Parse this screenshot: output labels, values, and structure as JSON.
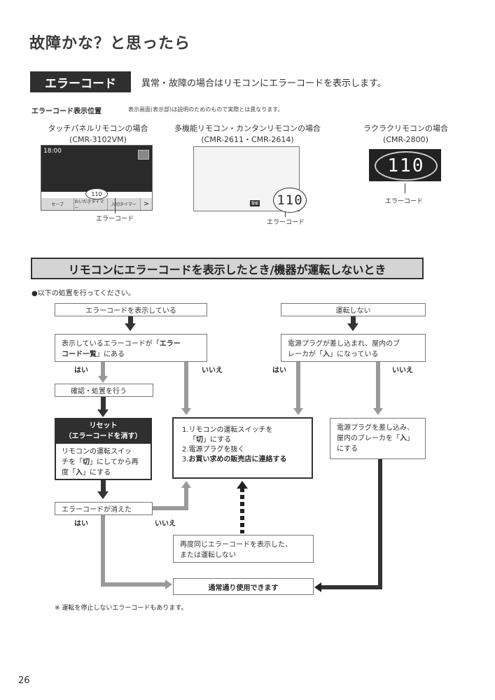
{
  "page_title": "故障かな？と思ったら",
  "error_code_section": {
    "label": "エラーコード",
    "description": "異常・故障の場合はリモコンにエラーコードを表示します。",
    "position_title": "エラーコード表示位置",
    "position_note": "表示画面(表示部)は説明のためのもので実際とは異なります。",
    "remotes": [
      {
        "caption_line1": "タッチパネルリモコンの場合",
        "caption_line2": "(CMR-3102VM)",
        "time": "18:00",
        "code": "110",
        "buttons": [
          "セーブ",
          "おいだきタイマー",
          "入切タイマー"
        ],
        "arrow": ">",
        "code_label": "エラーコード"
      },
      {
        "caption_line1": "多機能リモコン・カンタンリモコンの場合",
        "caption_line2": "(CMR-2611・CMR-2614)",
        "tag": "警報",
        "code": "110",
        "code_label": "エラーコード"
      },
      {
        "caption_line1": "ラクラクリモコンの場合",
        "caption_line2": "(CMR-2800)",
        "code": "110",
        "code_label": "エラーコード"
      }
    ]
  },
  "flow_section": {
    "title": "リモコンにエラーコードを表示したとき/機器が運転しないとき",
    "bullet": "●以下の処置を行ってください。",
    "box_error_shown": "エラーコードを表示している",
    "box_not_running": "運転しない",
    "box_in_list_a": "表示しているエラーコードが「",
    "box_in_list_b": "エラー",
    "box_in_list_c": "コード一覧",
    "box_in_list_d": "」にある",
    "box_plug_a": "電源プラグが差し込まれ、屋内のブ",
    "box_plug_b": "レーカが「",
    "box_plug_c": "入",
    "box_plug_d": "」になっている",
    "yes": "はい",
    "no": "いいえ",
    "box_confirm": "確認・処置を行う",
    "reset_title_1": "リセット",
    "reset_title_2": "（エラーコードを消す）",
    "reset_body_1": "リモコンの運転スイッ",
    "reset_body_2a": "チを「",
    "reset_body_2b": "切",
    "reset_body_2c": "」にしてから再",
    "reset_body_3a": "度「",
    "reset_body_3b": "入",
    "reset_body_3c": "」にする",
    "action_1a": "1.リモコンの運転スイッチを",
    "action_1b_a": "「",
    "action_1b_b": "切",
    "action_1b_c": "」にする",
    "action_2": "2.電源プラグを抜く",
    "action_3a": "3.",
    "action_3b": "お買い求めの販売店に連絡する",
    "plug_in_1": "電源プラグを差し込み、",
    "plug_in_2a": "屋内のブレーカを「",
    "plug_in_2b": "入",
    "plug_in_2c": "」",
    "plug_in_3": "にする",
    "box_cleared": "エラーコードが消えた",
    "box_again_1": "再度同じエラーコードを表示した、",
    "box_again_2": "または運転しない",
    "box_final": "通常通り使用できます",
    "footnote": "※ 運転を停止しないエラーコードもあります。"
  },
  "page_number": "26"
}
